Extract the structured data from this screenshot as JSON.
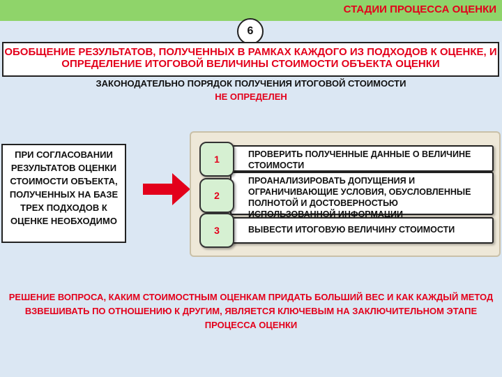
{
  "header": {
    "title": "СТАДИИ ПРОЦЕССА ОЦЕНКИ",
    "stage_number": "6"
  },
  "main_heading": "ОБОБЩЕНИЕ РЕЗУЛЬТАТОВ, ПОЛУЧЕННЫХ В РАМКАХ КАЖДОГО ИЗ ПОДХОДОВ К ОЦЕНКЕ, И ОПРЕДЕЛЕНИЕ ИТОГОВОЙ ВЕЛИЧИНЫ СТОИМОСТИ ОБЪЕКТА ОЦЕНКИ",
  "subtitle": {
    "line1": "ЗАКОНОДАТЕЛЬНО ПОРЯДОК ПОЛУЧЕНИЯ ИТОГОВОЙ СТОИМОСТИ",
    "line2": "НЕ ОПРЕДЕЛЕН"
  },
  "left_box": "ПРИ СОГЛАСОВАНИИ РЕЗУЛЬТАТОВ ОЦЕНКИ СТОИМОСТИ ОБЪЕКТА, ПОЛУЧЕННЫХ НА БАЗЕ ТРЕХ ПОДХОДОВ К ОЦЕНКЕ НЕОБХОДИМО",
  "steps": [
    {
      "number": "1",
      "text": "ПРОВЕРИТЬ ПОЛУЧЕННЫЕ ДАННЫЕ О ВЕЛИЧИНЕ СТОИМОСТИ"
    },
    {
      "number": "2",
      "text": "ПРОАНАЛИЗИРОВАТЬ ДОПУЩЕНИЯ И ОГРАНИЧИВАЮЩИЕ УСЛОВИЯ, ОБУСЛОВЛЕННЫЕ ПОЛНОТОЙ И ДОСТОВЕРНОСТЬЮ ИСПОЛЬЗОВАННОЙ ИНФОРМАЦИИ"
    },
    {
      "number": "3",
      "text": "ВЫВЕСТИ ИТОГОВУЮ ВЕЛИЧИНУ СТОИМОСТИ"
    }
  ],
  "bottom_text": "РЕШЕНИЕ ВОПРОСА, КАКИМ СТОИМОСТНЫМ ОЦЕНКАМ ПРИДАТЬ БОЛЬШИЙ ВЕС И КАК КАЖДЫЙ МЕТОД ВЗВЕШИВАТЬ ПО ОТНОШЕНИЮ К ДРУГИМ, ЯВЛЯЕТСЯ КЛЮЧЕВЫМ НА ЗАКЛЮЧИТЕЛЬНОМ ЭТАПЕ ПРОЦЕССА ОЦЕНКИ",
  "colors": {
    "accent_red": "#e3001b",
    "top_bar_green": "#8fd46a",
    "background": "#dbe7f3",
    "step_number_fill": "#d6f0d2",
    "panel_fill": "#eee8d8"
  },
  "icons": {
    "arrow": "right-arrow-icon"
  }
}
